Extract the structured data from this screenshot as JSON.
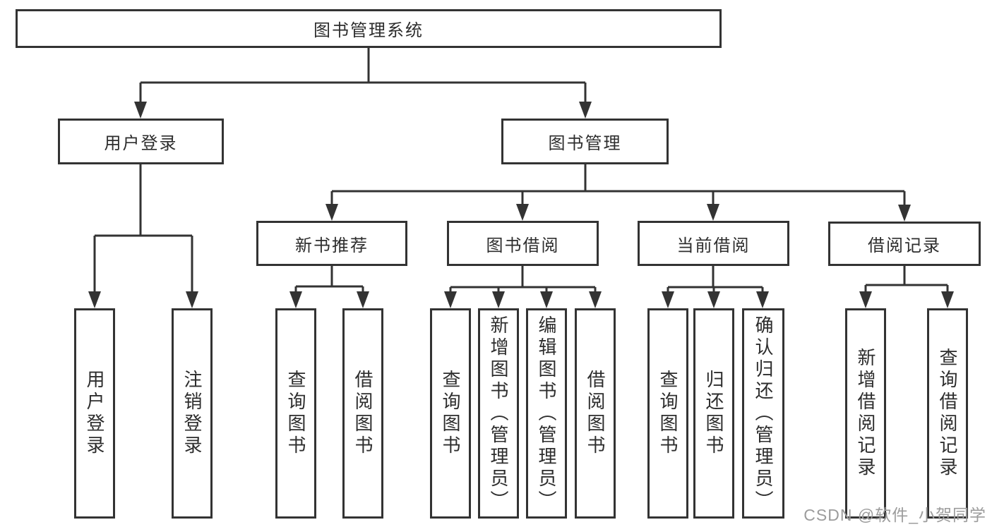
{
  "tree": {
    "root": "图书管理系统",
    "children": [
      {
        "label": "用户登录",
        "children": [
          "用户登录",
          "注销登录"
        ]
      },
      {
        "label": "图书管理",
        "children": [
          {
            "label": "新书推荐",
            "children": [
              "查询图书",
              "借阅图书"
            ]
          },
          {
            "label": "图书借阅",
            "children": [
              "查询图书",
              "新增图书（管理员）",
              "编辑图书（管理员）",
              "借阅图书"
            ]
          },
          {
            "label": "当前借阅",
            "children": [
              "查询图书",
              "归还图书",
              "确认归还（管理员）"
            ]
          },
          {
            "label": "借阅记录",
            "children": [
              "新增借阅记录",
              "查询借阅记录"
            ]
          }
        ]
      }
    ]
  },
  "watermark": "CSDN @软件_小贺同学",
  "colors": {
    "line": "#333333",
    "text": "#2d2d2d",
    "watermark": "#9c9c9c",
    "background": "#ffffff"
  }
}
